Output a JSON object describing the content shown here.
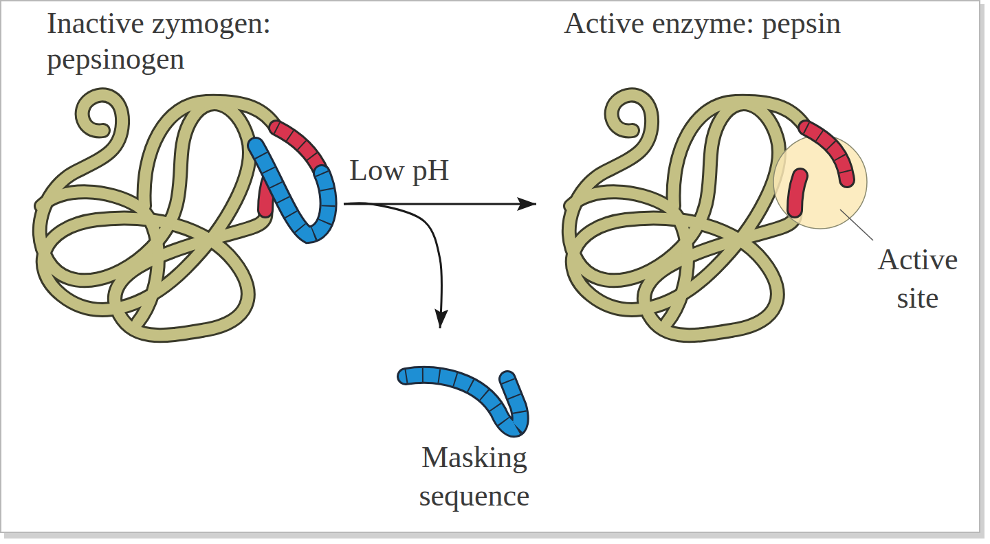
{
  "diagram": {
    "nodes": [
      {
        "text": [
          "Inactive zymogen: pepsinogen"
        ]
      },
      {
        "text": [
          "Active enzyme: pepsin"
        ]
      },
      {
        "text": [
          "Masking sequence"
        ]
      }
    ],
    "edges": [
      {
        "from": 0,
        "to": 1,
        "arrow": "to",
        "label": "Low pH"
      },
      {
        "from": 0,
        "to": 2,
        "arrow": "to"
      }
    ],
    "labels": [
      "Active site"
    ]
  }
}
